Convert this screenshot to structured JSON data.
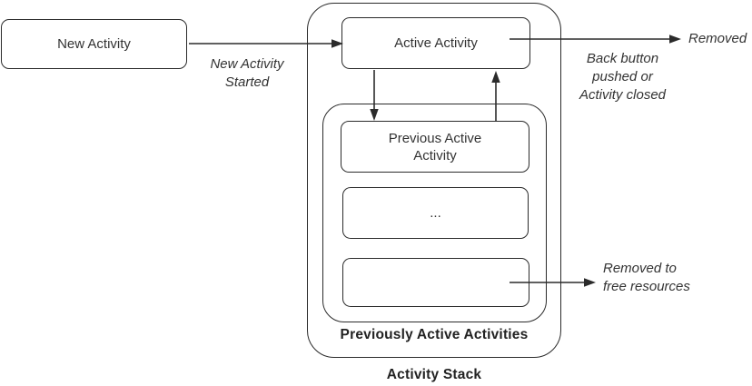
{
  "diagram": {
    "title": "Activity Stack",
    "nodes": {
      "new_activity": {
        "label": "New Activity"
      },
      "active_activity": {
        "label": "Active Activity"
      },
      "previous_active_activity": {
        "label": "Previous Active\nActivity"
      },
      "older_activity": {
        "label": "..."
      },
      "oldest_activity": {
        "label": ""
      }
    },
    "containers": {
      "activity_stack": {
        "caption": "Activity Stack"
      },
      "previously_active_activities": {
        "caption": "Previously Active Activities"
      }
    },
    "edge_labels": {
      "new_activity_started": "New Activity\nStarted",
      "removed": "Removed",
      "back_button_pushed": "Back button\npushed or\nActivity closed",
      "removed_to_free_resources": "Removed to\nfree resources"
    },
    "colors": {
      "line": "#2b2b2b",
      "text": "#333333",
      "background": "#ffffff"
    }
  }
}
